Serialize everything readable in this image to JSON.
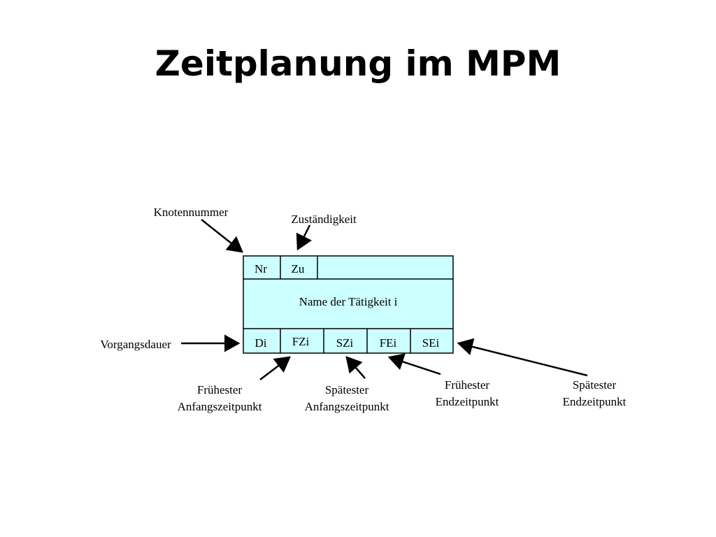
{
  "title": "Zeitplanung im MPM",
  "colors": {
    "node_fill": "#ccffff",
    "stroke": "#000000"
  },
  "node": {
    "top_cells": [
      "Nr",
      "Zu"
    ],
    "name": "Name der Tätigkeit i",
    "bottom_cells": [
      "Di",
      "FZi",
      "SZi",
      "FEi",
      "SEi"
    ]
  },
  "labels": {
    "knotennummer": "Knotennummer",
    "zustaendigkeit": "Zuständigkeit",
    "vorgangsdauer": "Vorgangsdauer",
    "fz": [
      "Frühester",
      "Anfangszeitpunkt"
    ],
    "sz": [
      "Spätester",
      "Anfangszeitpunkt"
    ],
    "fe": [
      "Frühester",
      "Endzeitpunkt"
    ],
    "se": [
      "Spätester",
      "Endzeitpunkt"
    ]
  }
}
